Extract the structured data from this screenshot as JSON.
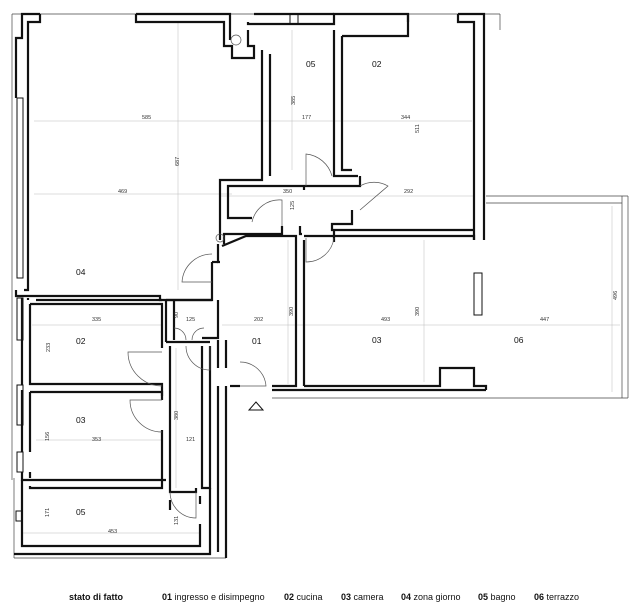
{
  "rooms": [
    {
      "num": "05"
    },
    {
      "num": "02"
    },
    {
      "num": "04"
    },
    {
      "num": "02"
    },
    {
      "num": "01"
    },
    {
      "num": "03"
    },
    {
      "num": "06"
    },
    {
      "num": "03"
    },
    {
      "num": "05"
    }
  ],
  "dimensions": [
    "385",
    "177",
    "344",
    "511",
    "585",
    "687",
    "469",
    "350",
    "125",
    "292",
    "335",
    "90",
    "125",
    "202",
    "390",
    "493",
    "390",
    "447",
    "496",
    "233",
    "380",
    "156",
    "353",
    "121",
    "171",
    "453",
    "131"
  ],
  "legend": {
    "title": "stato di fatto",
    "items": [
      {
        "num": "01",
        "label": "ingresso e disimpegno"
      },
      {
        "num": "02",
        "label": "cucina"
      },
      {
        "num": "03",
        "label": "camera"
      },
      {
        "num": "04",
        "label": "zona giorno"
      },
      {
        "num": "05",
        "label": "bagno"
      },
      {
        "num": "06",
        "label": "terrazzo"
      }
    ]
  }
}
